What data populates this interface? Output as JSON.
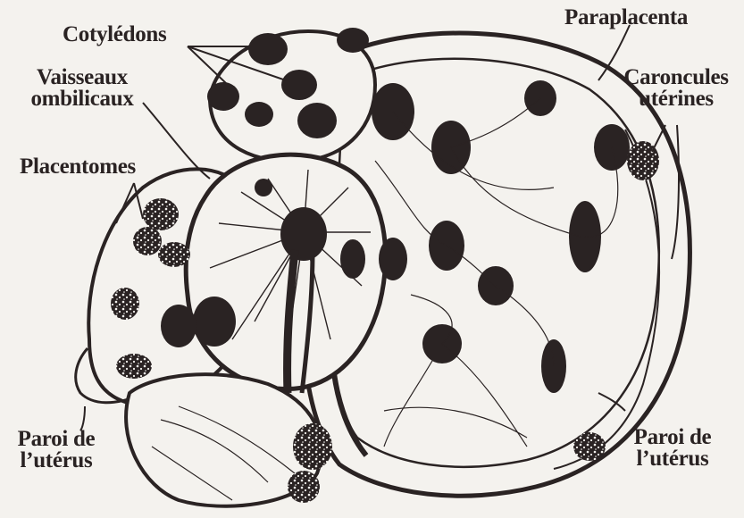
{
  "labels": {
    "cotyledons": "Cotylédons",
    "vaisseaux_line1": "Vaisseaux",
    "vaisseaux_line2": "ombilicaux",
    "placentomes": "Placentomes",
    "paroi_left_line1": "Paroi de",
    "paroi_left_line2": "l’utérus",
    "paraplacenta": "Paraplacenta",
    "caroncules_line1": "Caroncules",
    "caroncules_line2": "utérines",
    "paroi_right_line1": "Paroi de",
    "paroi_right_line2": "l’utérus"
  },
  "colors": {
    "ink": "#2a2323",
    "paper": "#f4f2ee"
  }
}
